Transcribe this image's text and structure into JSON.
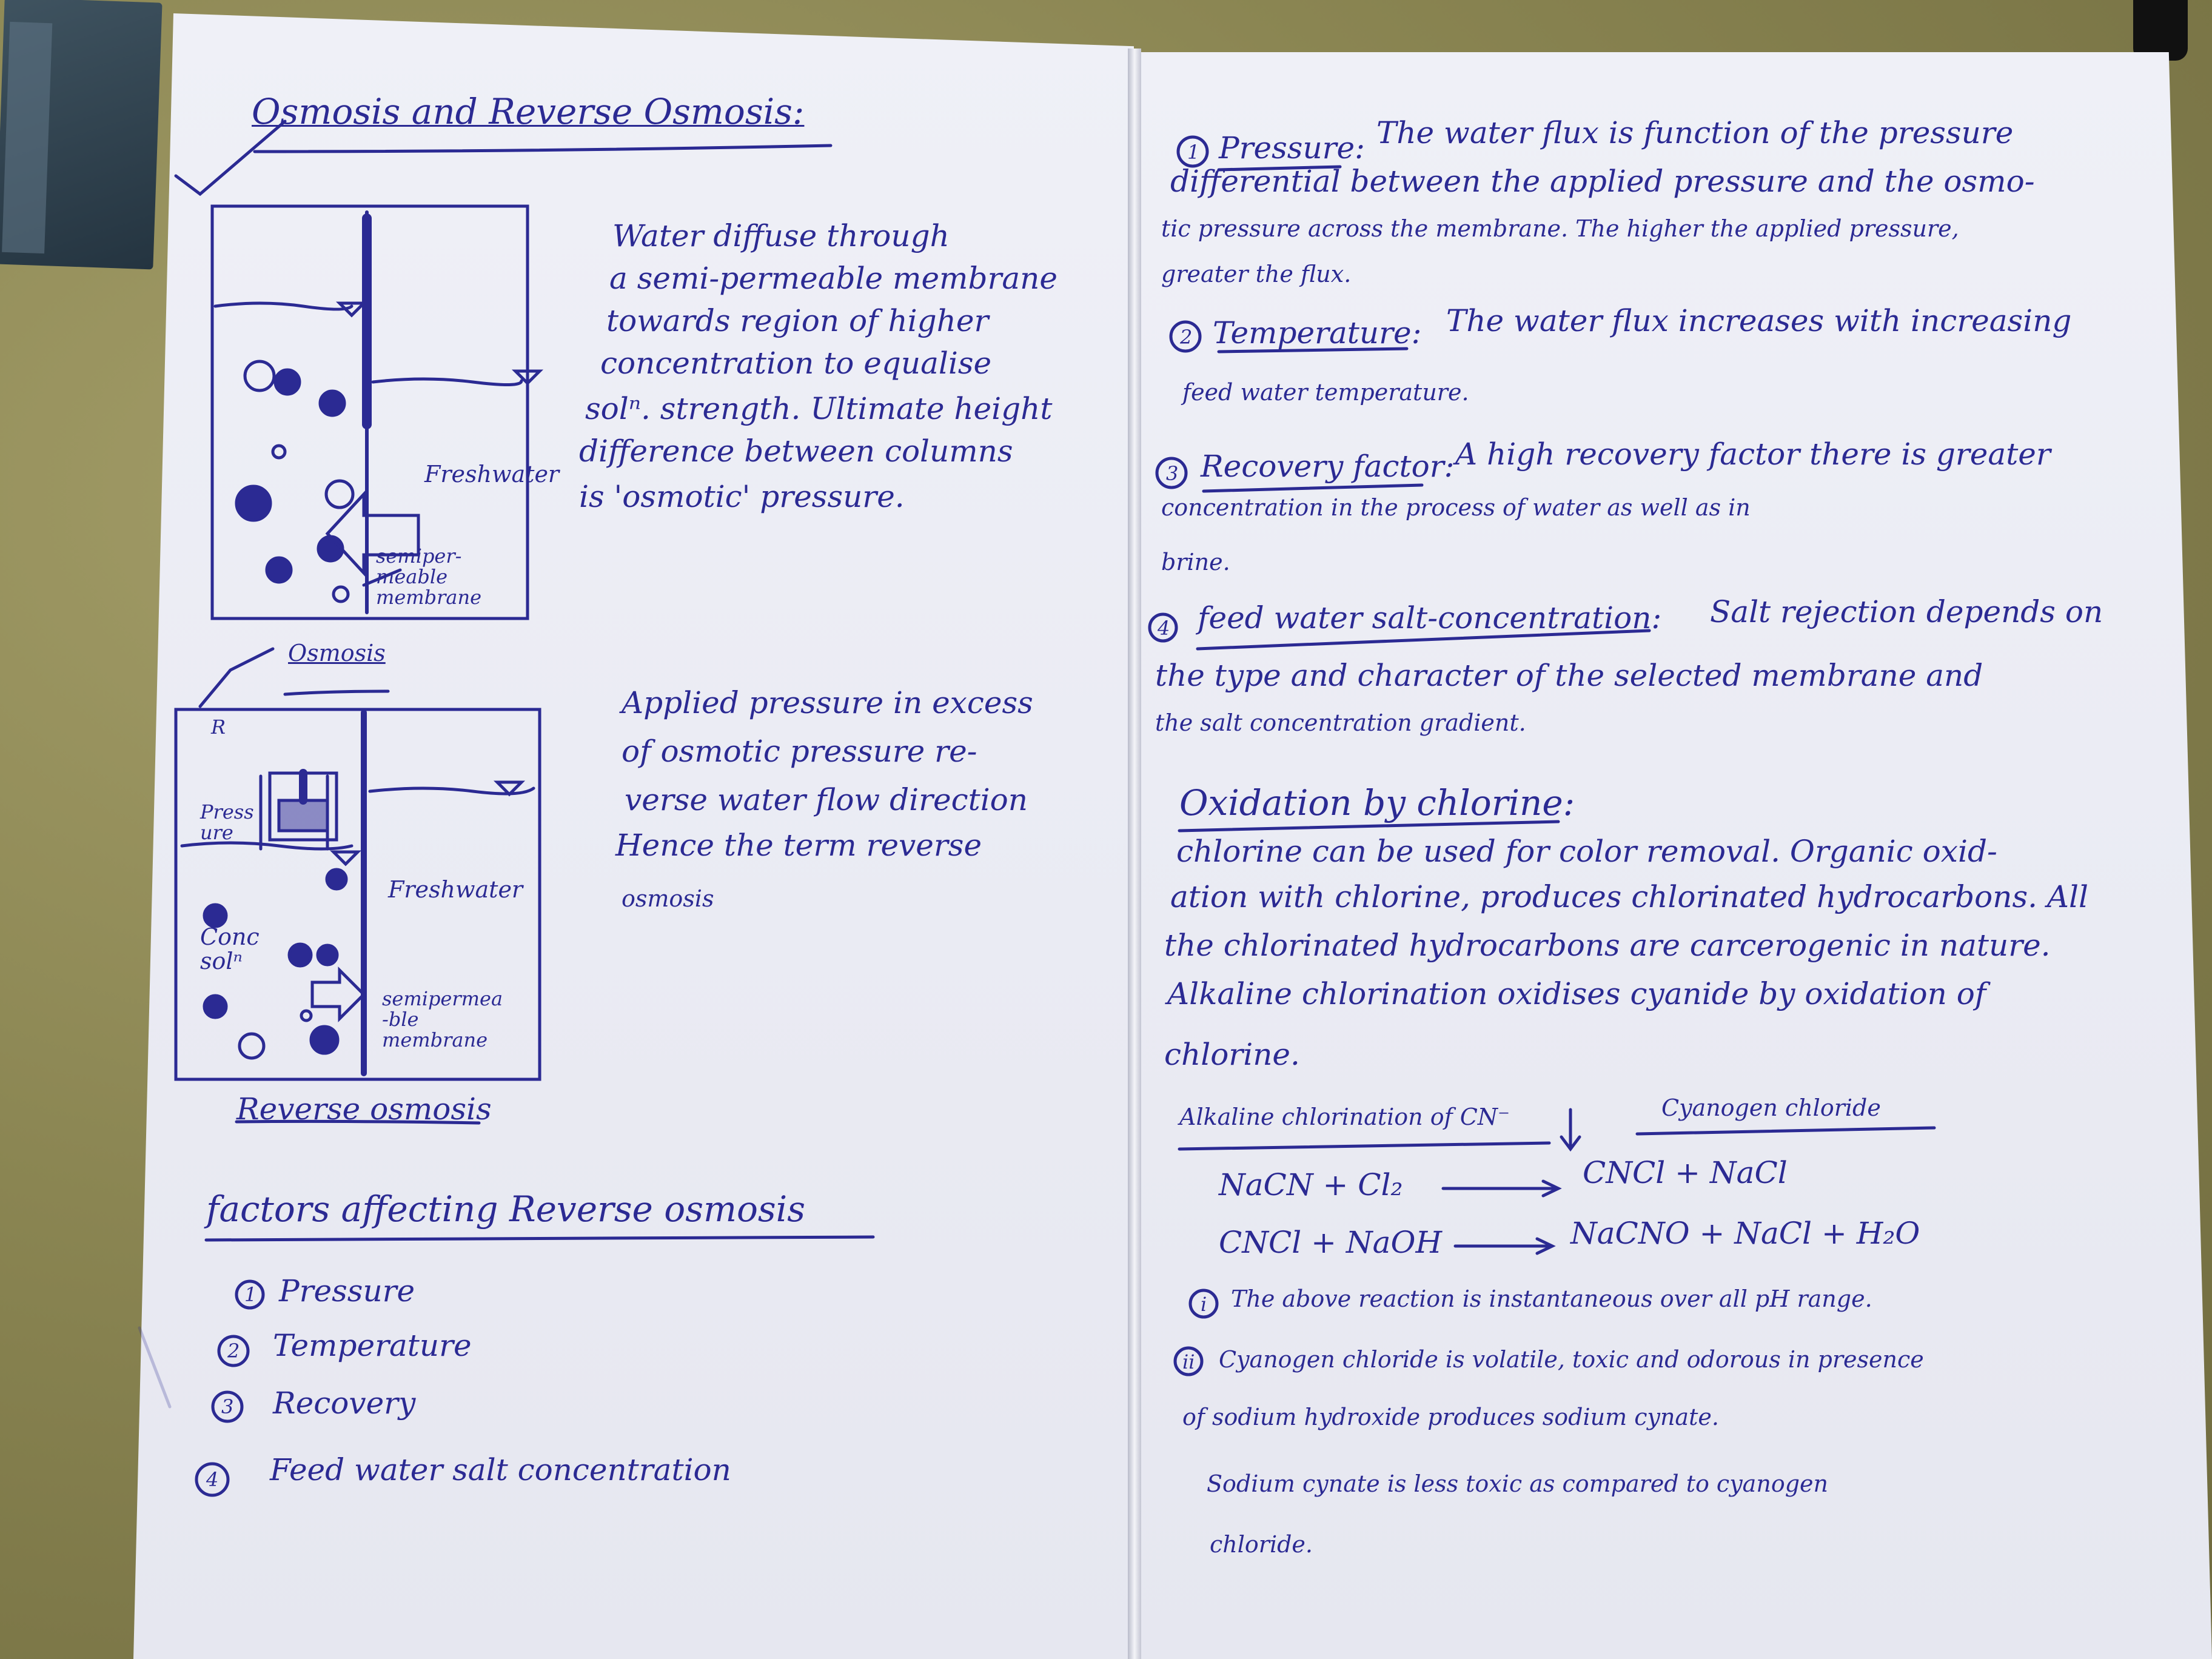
{
  "left_page": {
    "title": "Osmosis and Reverse Osmosis:",
    "osmosis_text": [
      "Water diffuse through",
      "a semi-permeable membrane",
      "towards region of higher",
      "concentration to equalise",
      "solⁿ. strength. Ultimate height",
      "difference between columns",
      "is 'osmotic' pressure."
    ],
    "diagram1": {
      "labels": {
        "freshwater": "Freshwater",
        "membrane": "semiper-\nmeable\nmembrane"
      },
      "caption": "Osmosis"
    },
    "ro_text": [
      "Applied pressure in excess",
      "of osmotic pressure re-",
      "verse water flow direction",
      "Hence the term reverse",
      "osmosis"
    ],
    "diagram2": {
      "labels": {
        "pressure": "Press\nure",
        "freshwater": "Freshwater",
        "conc": "Conc\nsolⁿ",
        "membrane": "semipermea\n-ble\nmembrane",
        "r_mark": "R"
      },
      "caption": "Reverse osmosis"
    },
    "factors_title": "factors affecting Reverse osmosis",
    "factors": [
      {
        "num": "1",
        "text": "Pressure"
      },
      {
        "num": "2",
        "text": "Temperature"
      },
      {
        "num": "3",
        "text": "Recovery"
      },
      {
        "num": "4",
        "text": "Feed water salt concentration"
      }
    ]
  },
  "right_page": {
    "items": [
      {
        "num": "1",
        "heading": "Pressure:",
        "lines": [
          "The water flux is function of the pressure",
          "differential between the applied pressure and the osmo-",
          "tic pressure across the membrane. The higher the applied pressure,",
          "greater the flux."
        ]
      },
      {
        "num": "2",
        "heading": "Temperature:",
        "lines": [
          "The water flux increases with increasing",
          "feed water temperature."
        ]
      },
      {
        "num": "3",
        "heading": "Recovery factor:",
        "lines": [
          "A high recovery factor there is greater",
          "concentration in the process of water as well as in",
          "brine."
        ]
      },
      {
        "num": "4",
        "heading": "feed water salt-concentration:",
        "lines": [
          "Salt rejection depends on",
          "the type and character of the selected membrane and",
          "the salt concentration gradient."
        ]
      }
    ],
    "oxidation": {
      "heading": "Oxidation by chlorine:",
      "lines": [
        "chlorine can be used for color removal. Organic oxid-",
        "ation with chlorine, produces chlorinated hydrocarbons. All",
        "the chlorinated hydrocarbons are carcerogenic in nature.",
        "Alkaline chlorination oxidises cyanide by oxidation of",
        "chlorine."
      ]
    },
    "reaction": {
      "heading_left": "Alkaline chlorination of CN⁻",
      "heading_right": "Cyanogen chloride",
      "eq1_left": "NaCN + Cl₂",
      "eq1_right": "CNCl + NaCl",
      "eq2_left": "CNCl + NaOH",
      "eq2_right": "NaCNO + NaCl + H₂O"
    },
    "notes": [
      {
        "num": "i",
        "text": "The above reaction is instantaneous over all pH range."
      },
      {
        "num": "ii",
        "text": "Cyanogen chloride is volatile, toxic and odorous in presence"
      },
      {
        "num": "",
        "text": "of sodium hydroxide produces sodium cynate."
      },
      {
        "num": "",
        "text": "Sodium cynate is less toxic as compared to cyanogen"
      },
      {
        "num": "",
        "text": "chloride."
      }
    ]
  }
}
